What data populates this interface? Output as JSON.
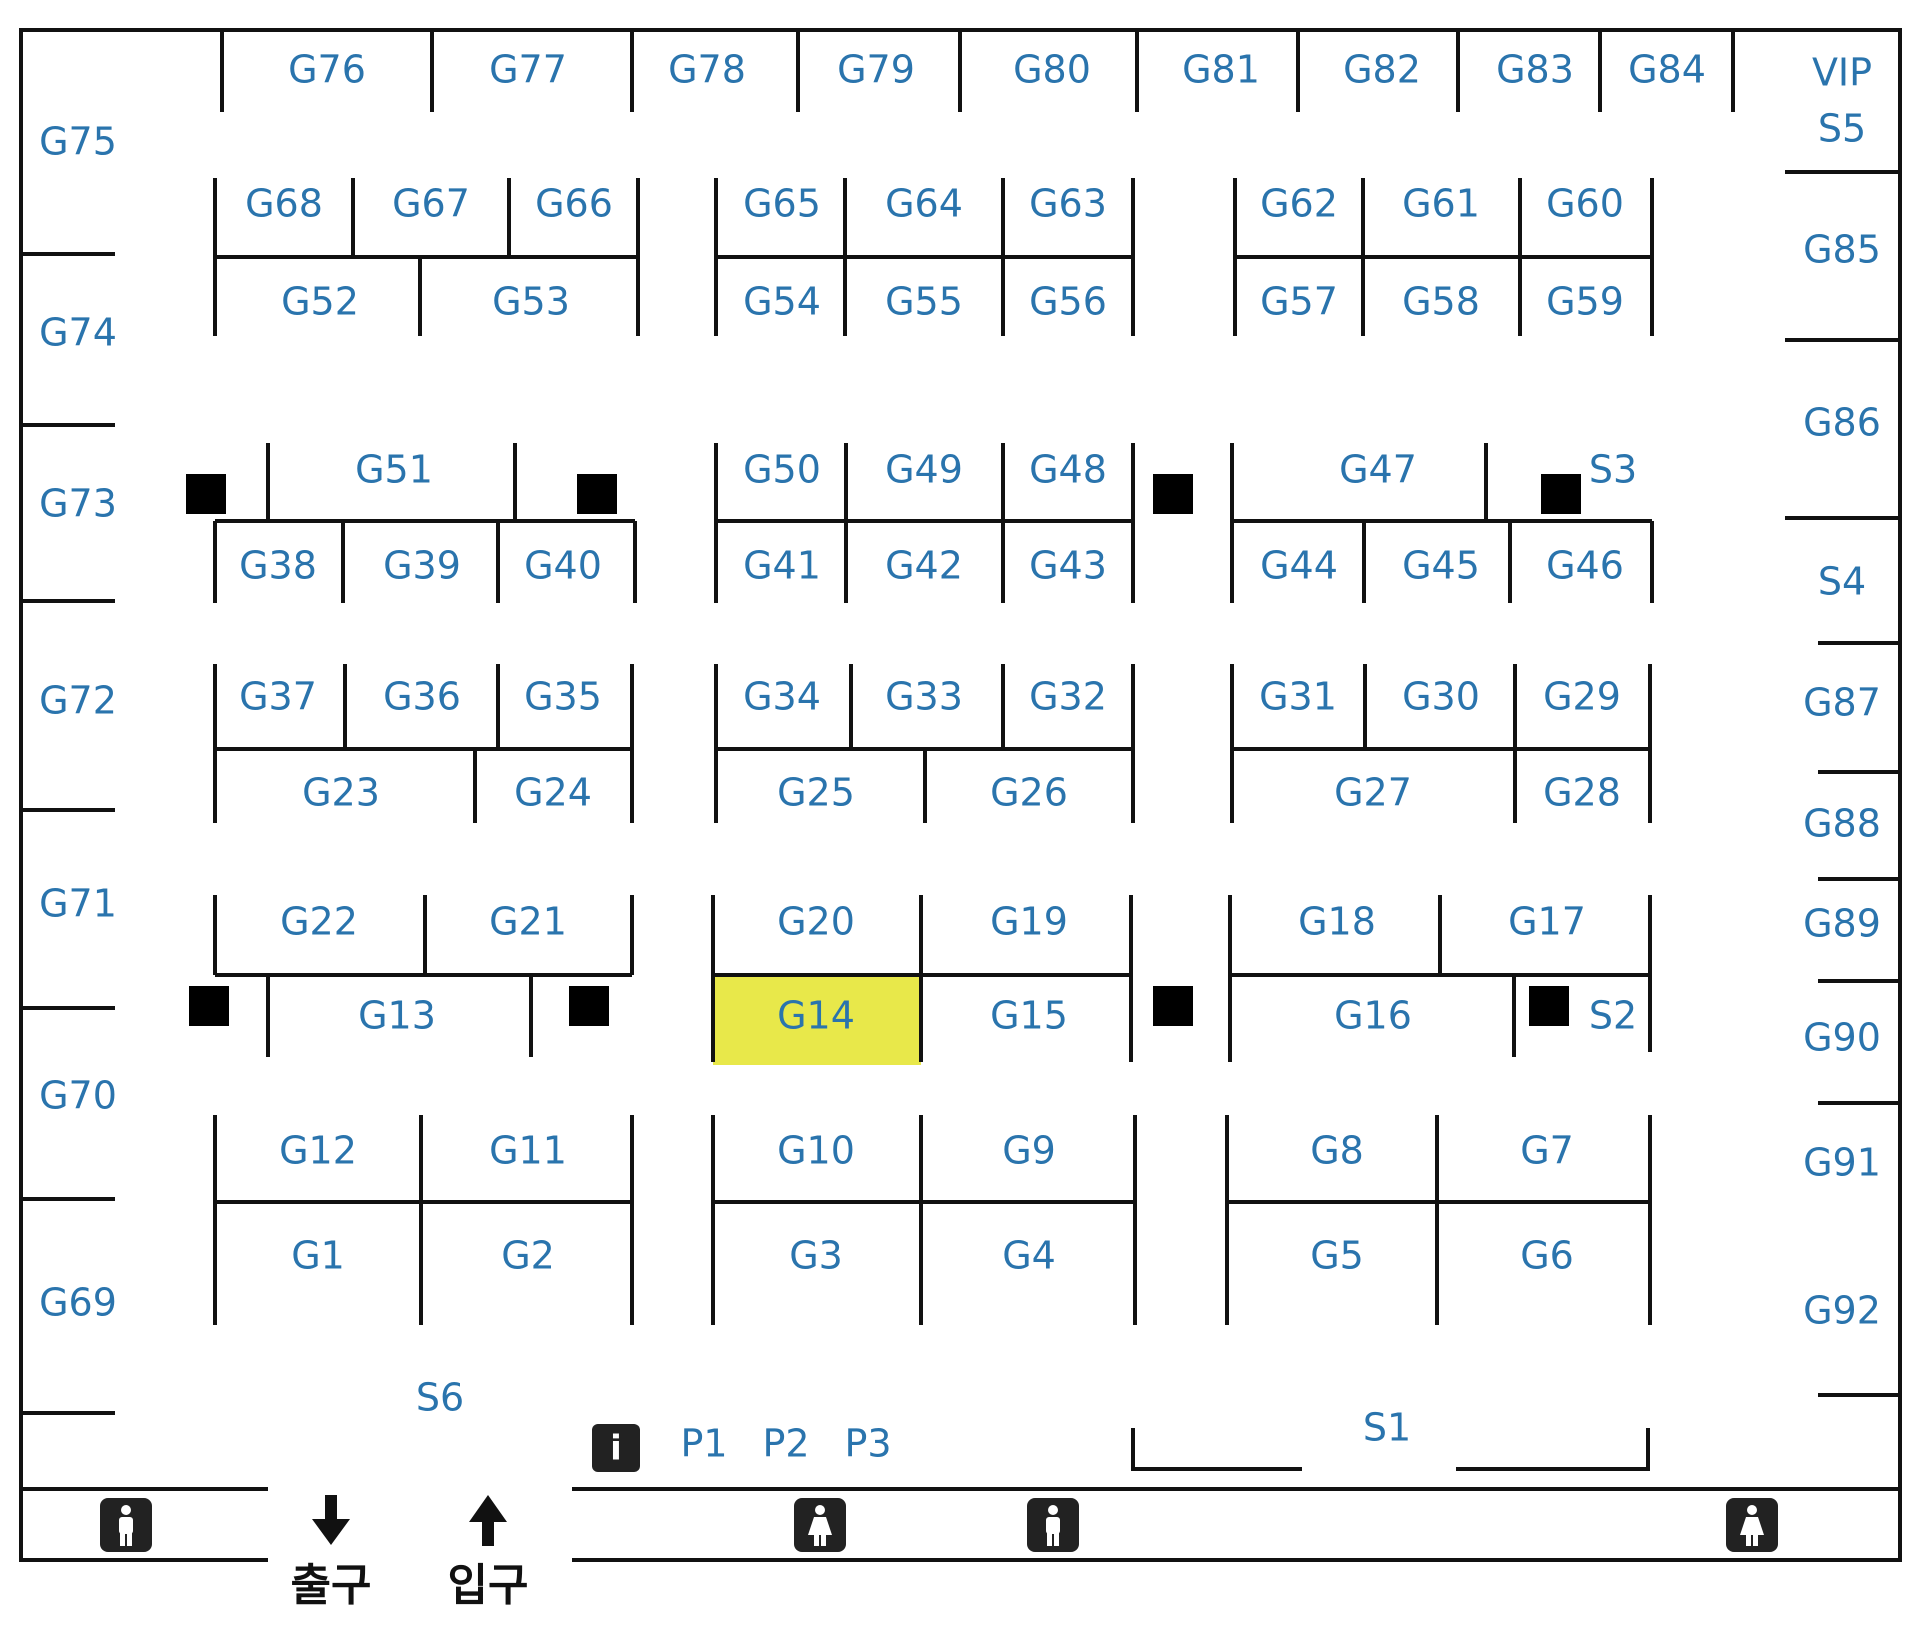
{
  "colors": {
    "label": "#2a74ad",
    "highlight": "#e8e84a",
    "wall": "#111111"
  },
  "highlighted_booth": "G14",
  "booths": {
    "G1": "G1",
    "G2": "G2",
    "G3": "G3",
    "G4": "G4",
    "G5": "G5",
    "G6": "G6",
    "G7": "G7",
    "G8": "G8",
    "G9": "G9",
    "G10": "G10",
    "G11": "G11",
    "G12": "G12",
    "G13": "G13",
    "G14": "G14",
    "G15": "G15",
    "G16": "G16",
    "G17": "G17",
    "G18": "G18",
    "G19": "G19",
    "G20": "G20",
    "G21": "G21",
    "G22": "G22",
    "G23": "G23",
    "G24": "G24",
    "G25": "G25",
    "G26": "G26",
    "G27": "G27",
    "G28": "G28",
    "G29": "G29",
    "G30": "G30",
    "G31": "G31",
    "G32": "G32",
    "G33": "G33",
    "G34": "G34",
    "G35": "G35",
    "G36": "G36",
    "G37": "G37",
    "G38": "G38",
    "G39": "G39",
    "G40": "G40",
    "G41": "G41",
    "G42": "G42",
    "G43": "G43",
    "G44": "G44",
    "G45": "G45",
    "G46": "G46",
    "G47": "G47",
    "G48": "G48",
    "G49": "G49",
    "G50": "G50",
    "G51": "G51",
    "G52": "G52",
    "G53": "G53",
    "G54": "G54",
    "G55": "G55",
    "G56": "G56",
    "G57": "G57",
    "G58": "G58",
    "G59": "G59",
    "G60": "G60",
    "G61": "G61",
    "G62": "G62",
    "G63": "G63",
    "G64": "G64",
    "G65": "G65",
    "G66": "G66",
    "G67": "G67",
    "G68": "G68",
    "G69": "G69",
    "G70": "G70",
    "G71": "G71",
    "G72": "G72",
    "G73": "G73",
    "G74": "G74",
    "G75": "G75",
    "G76": "G76",
    "G77": "G77",
    "G78": "G78",
    "G79": "G79",
    "G80": "G80",
    "G81": "G81",
    "G82": "G82",
    "G83": "G83",
    "G84": "G84",
    "G85": "G85",
    "G86": "G86",
    "G87": "G87",
    "G88": "G88",
    "G89": "G89",
    "G90": "G90",
    "G91": "G91",
    "G92": "G92"
  },
  "special": {
    "VIP": "VIP",
    "S1": "S1",
    "S2": "S2",
    "S3": "S3",
    "S4": "S4",
    "S5": "S5",
    "S6": "S6",
    "P1": "P1",
    "P2": "P2",
    "P3": "P3",
    "info": "i"
  },
  "directions": {
    "exit": "출구",
    "entrance": "입구"
  },
  "icons": [
    "restroom-male-icon",
    "restroom-female-icon",
    "info-icon",
    "arrow-down-icon",
    "arrow-up-icon"
  ]
}
